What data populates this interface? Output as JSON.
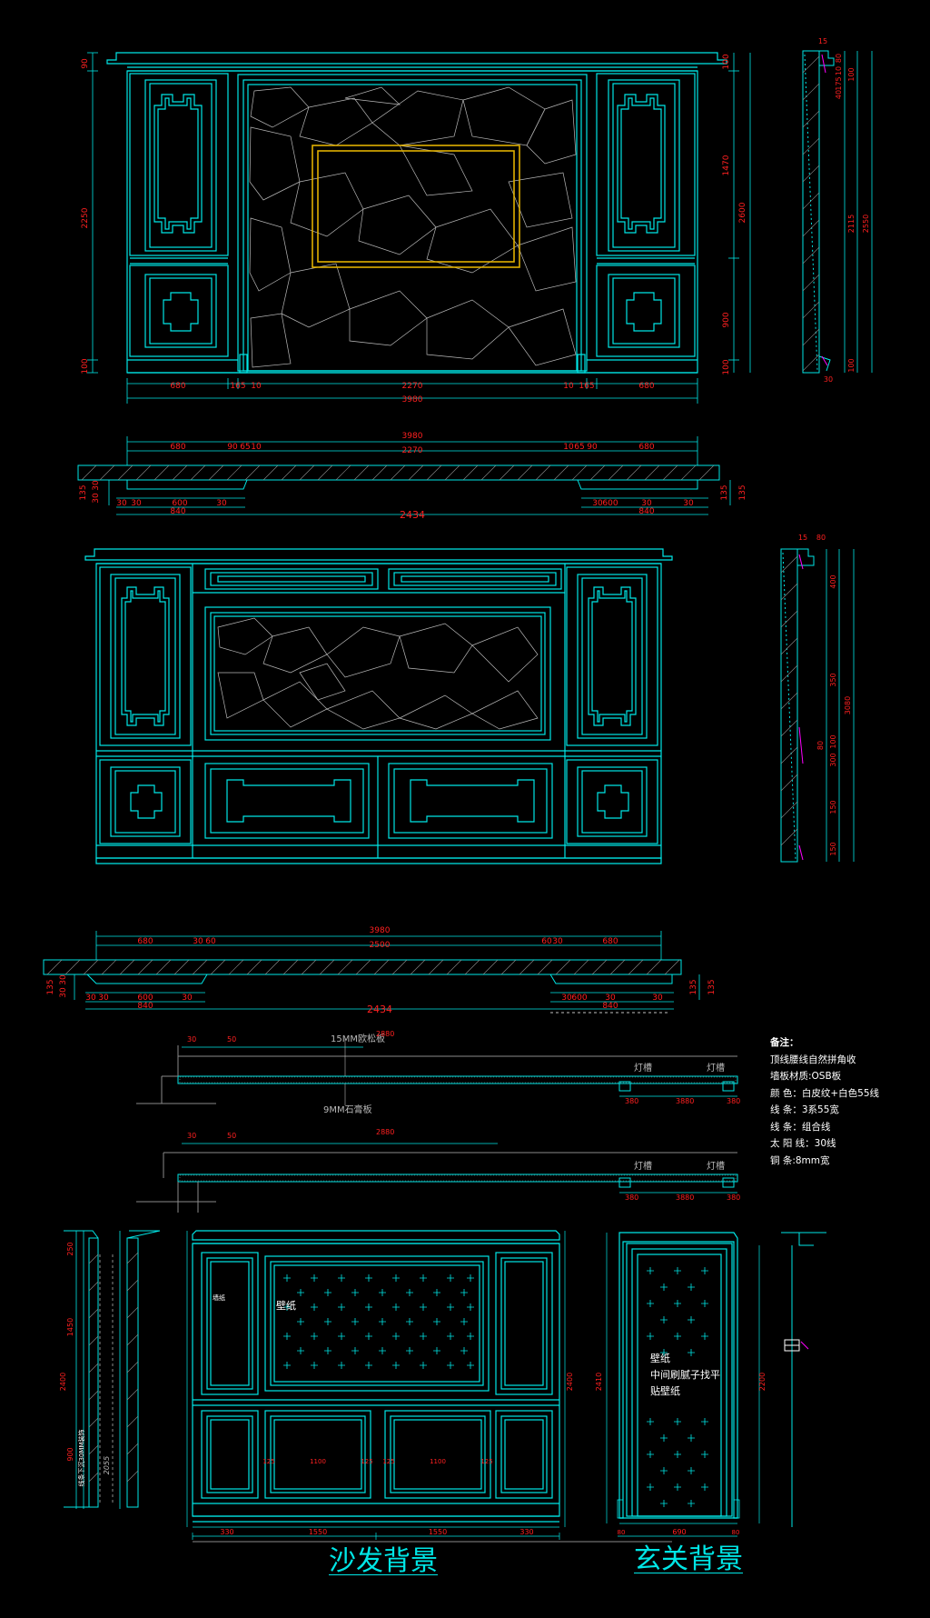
{
  "elev1": {
    "left_dims": [
      "90",
      "2250",
      "100"
    ],
    "right_dims": [
      "100",
      "1470",
      "2600",
      "900",
      "100"
    ],
    "bottom_dims": [
      "680",
      "165",
      "10",
      "2270",
      "10",
      "165",
      "680"
    ],
    "total": "3980"
  },
  "plan1": {
    "top_total": "3980",
    "top_row": [
      "680",
      "90",
      "65",
      "10",
      "2270",
      "10",
      "65",
      "90",
      "680"
    ],
    "side_left": [
      "135",
      "30",
      "30"
    ],
    "side_right": [
      "135",
      "135"
    ],
    "bottom": [
      "30",
      "30",
      "600",
      "30",
      "30",
      "600",
      "30",
      "30"
    ],
    "sub": [
      "840",
      "840"
    ],
    "overall": "2434"
  },
  "section1": {
    "dims": [
      "15",
      "80",
      "10",
      "175",
      "40",
      "100",
      "2115",
      "2550",
      "100",
      "30"
    ]
  },
  "section2": {
    "dims": [
      "15",
      "80",
      "400",
      "350",
      "300",
      "100",
      "80",
      "150",
      "150",
      "3080"
    ]
  },
  "plan2": {
    "top_total": "3980",
    "top_row": [
      "680",
      "30",
      "60",
      "2500",
      "60",
      "30",
      "680"
    ],
    "side_left": [
      "135",
      "30",
      "30"
    ],
    "side_right": [
      "135",
      "135"
    ],
    "bottom": [
      "30",
      "30",
      "600",
      "30",
      "30",
      "600",
      "30",
      "30"
    ],
    "sub": [
      "840",
      "840"
    ],
    "overall": "2434"
  },
  "ceiling1": {
    "label_top": "15MM欧松板",
    "label_bottom": "9MM石膏板",
    "light_labels": [
      "灯槽",
      "灯槽"
    ],
    "dims_top": [
      "30",
      "50",
      "2880"
    ],
    "dims_bottom": [
      "380",
      "3880",
      "380"
    ]
  },
  "ceiling2": {
    "light_labels": [
      "灯槽",
      "灯槽"
    ],
    "dims_top": [
      "30",
      "50",
      "2880"
    ],
    "dims_bottom": [
      "380",
      "3880",
      "380"
    ]
  },
  "notes": {
    "heading": "备注：",
    "lines": [
      "顶线腰线自然拼角收",
      "墙板材质:OSB板",
      "颜    色：白皮纹+白色55线",
      "线    条：3系55宽",
      "线    条：组合线",
      "太 阳 线：30线",
      "铜    条:8mm宽"
    ]
  },
  "sofa_wall": {
    "label_wallpaper": "壁纸",
    "label_small": "墙纸",
    "caption": "沙发背景",
    "left_dims": [
      "250",
      "1450",
      "900",
      "2400",
      "2055"
    ],
    "right_dim": "2400",
    "bottom_dims": [
      "330",
      "1550",
      "1550",
      "330"
    ],
    "mid_dims": [
      "125",
      "1100",
      "125",
      "125",
      "1100",
      "125"
    ],
    "side_note": "线条下沉30MM装饰"
  },
  "entrance_wall": {
    "label": "壁纸",
    "label2": "中间刷腻子找平",
    "label3": "贴壁纸",
    "caption": "玄关背景",
    "dims": [
      "2410",
      "2200",
      "80",
      "690",
      "80"
    ]
  },
  "colors": {
    "line": "#00e6e6",
    "dim": "#ff2020",
    "accent": "#e0b000",
    "stone": "#b8b8b8",
    "grey": "#8a8a8a",
    "magenta": "#ff00ff"
  }
}
